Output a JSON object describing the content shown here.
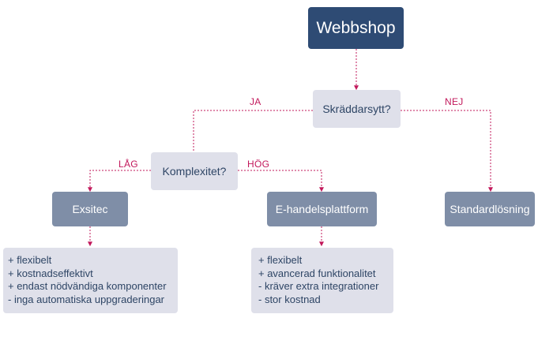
{
  "nodes": {
    "root": "Webbshop",
    "q_custom": "Skräddarsytt?",
    "q_complexity": "Komplexitet?",
    "exsitec": "Exsitec",
    "ecommerce": "E-handelsplattform",
    "standard": "Standardlösning"
  },
  "edges": {
    "yes": "JA",
    "no": "NEJ",
    "low": "LÅG",
    "high": "HÖG"
  },
  "exsitec_details": [
    "+ flexibelt",
    "+ kostnadseffektivt",
    "+ endast nödvändiga komponenter",
    "- inga automatiska uppgraderingar"
  ],
  "ecommerce_details": [
    "+ flexibelt",
    "+ avancerad funktionalitet",
    "- kräver extra integrationer",
    "- stor kostnad"
  ],
  "colors": {
    "root": "#2e4b74",
    "question": "#dfe0ea",
    "result": "#7f8ea7",
    "connector": "#c2185b"
  }
}
